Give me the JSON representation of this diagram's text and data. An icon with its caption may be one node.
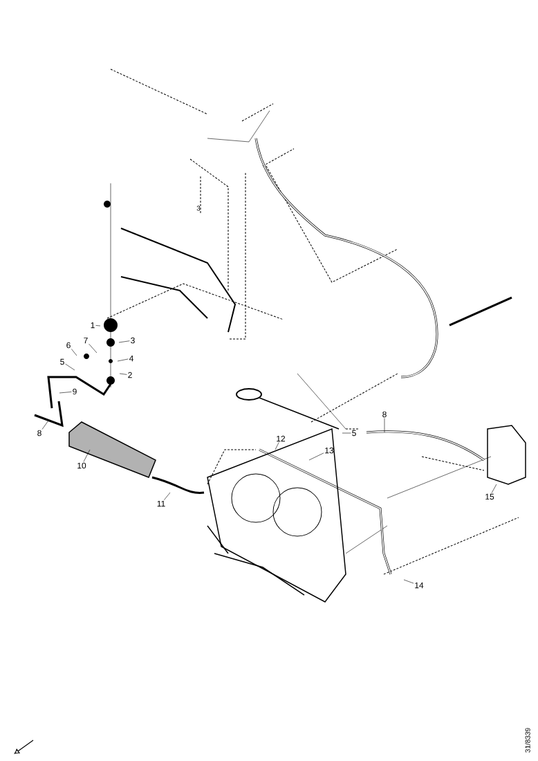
{
  "diagram": {
    "nodes": [
      {
        "text": [
          "1"
        ]
      },
      {
        "text": [
          "2"
        ]
      },
      {
        "text": [
          "3"
        ]
      },
      {
        "text": [
          "4"
        ]
      },
      {
        "text": [
          "5"
        ]
      },
      {
        "text": [
          "6"
        ]
      },
      {
        "text": [
          "7"
        ]
      },
      {
        "text": [
          "9"
        ]
      },
      {
        "text": [
          "8"
        ]
      },
      {
        "text": [
          "10"
        ]
      },
      {
        "text": [
          "11"
        ]
      },
      {
        "text": [
          "12"
        ]
      },
      {
        "text": [
          "13"
        ]
      },
      {
        "text": [
          "14"
        ]
      },
      {
        "text": [
          "15"
        ]
      },
      {
        "text": [
          "8"
        ]
      },
      {
        "text": [
          "5"
        ]
      }
    ],
    "edges": [
      {
        "from": 0,
        "to": null,
        "arrow": "none"
      },
      {
        "from": 1,
        "to": null,
        "arrow": "none"
      },
      {
        "from": 2,
        "to": null,
        "arrow": "none"
      },
      {
        "from": 3,
        "to": null,
        "arrow": "none"
      },
      {
        "from": 4,
        "to": null,
        "arrow": "none"
      },
      {
        "from": 5,
        "to": null,
        "arrow": "none"
      },
      {
        "from": 6,
        "to": null,
        "arrow": "none"
      },
      {
        "from": 7,
        "to": null,
        "arrow": "none"
      },
      {
        "from": 8,
        "to": null,
        "arrow": "none"
      },
      {
        "from": 9,
        "to": null,
        "arrow": "none"
      },
      {
        "from": 10,
        "to": null,
        "arrow": "none"
      },
      {
        "from": 11,
        "to": null,
        "arrow": "none"
      },
      {
        "from": 12,
        "to": null,
        "arrow": "none"
      },
      {
        "from": 13,
        "to": null,
        "arrow": "none"
      },
      {
        "from": 14,
        "to": null,
        "arrow": "none"
      },
      {
        "from": 15,
        "to": null,
        "arrow": "none"
      },
      {
        "from": 16,
        "to": null,
        "arrow": "none"
      }
    ],
    "labels": [
      "3",
      "31/8339"
    ]
  }
}
